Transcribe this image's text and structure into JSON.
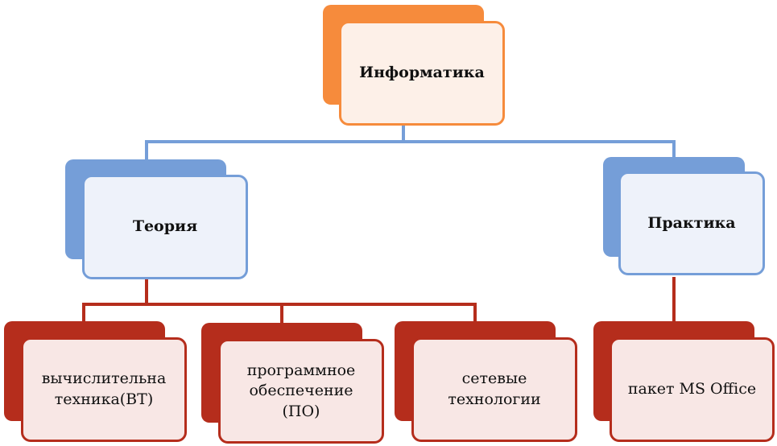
{
  "root": {
    "label": "Информатика"
  },
  "branches": [
    {
      "label": "Теория"
    },
    {
      "label": "Практика"
    }
  ],
  "leaves": [
    {
      "label": "вычислительна техника(ВТ)"
    },
    {
      "label": "программное обеспечение (ПО)"
    },
    {
      "label": "сетевые технологии"
    },
    {
      "label": "пакет MS Office"
    }
  ],
  "colors": {
    "root": "#f68b3c",
    "branch": "#759ed8",
    "leaf": "#b52d1c"
  }
}
